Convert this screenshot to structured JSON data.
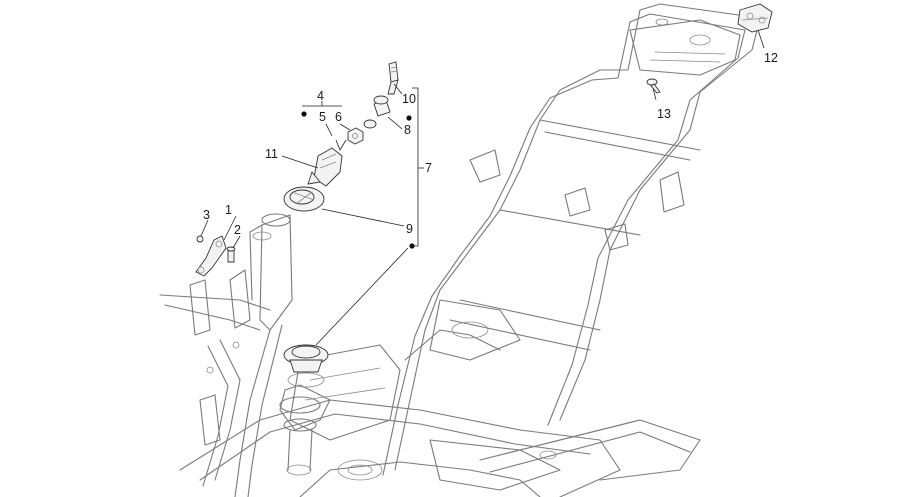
{
  "diagram": {
    "callouts": [
      {
        "id": "c1",
        "text": "1"
      },
      {
        "id": "c2",
        "text": "2"
      },
      {
        "id": "c3",
        "text": "3"
      },
      {
        "id": "c4",
        "text": "4"
      },
      {
        "id": "c5",
        "text": "5"
      },
      {
        "id": "c6",
        "text": "6"
      },
      {
        "id": "c7",
        "text": "7"
      },
      {
        "id": "c8",
        "text": "8"
      },
      {
        "id": "c9",
        "text": "9"
      },
      {
        "id": "c10",
        "text": "10"
      },
      {
        "id": "c11",
        "text": "11"
      },
      {
        "id": "c12",
        "text": "12"
      },
      {
        "id": "c13",
        "text": "13"
      }
    ]
  },
  "colors": {
    "line": "#7a7a7a",
    "label": "#1a1a1a",
    "background": "#ffffff"
  }
}
